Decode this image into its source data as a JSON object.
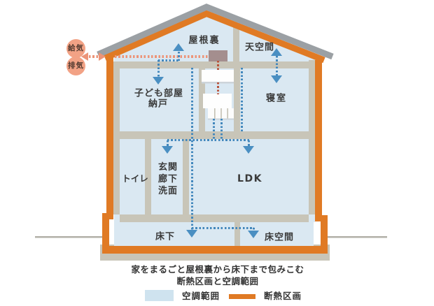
{
  "rooms": {
    "attic": "屋根裏",
    "attic_space": "天空間",
    "kids_room": "子ども部屋",
    "closet": "納戸",
    "bedroom": "寝室",
    "toilet": "トイレ",
    "entrance": "玄関",
    "hallway": "廊下",
    "washroom": "洗面",
    "ldk": "LDK",
    "underfloor": "床下",
    "floor_space": "床空間"
  },
  "ventilation": {
    "supply": "給気",
    "exhaust": "排気"
  },
  "caption": {
    "line1": "家をまるごと屋根裏から床下まで包みこむ",
    "line2": "断熱区画と空調範囲"
  },
  "legend": {
    "aircon": {
      "label": "空調範囲",
      "color": "#cfe3ef"
    },
    "insulation": {
      "label": "断熱区画",
      "color": "#e07a24"
    }
  },
  "colors": {
    "room_fill": "#dae8f2",
    "structure": "#c8c5b8",
    "insulation": "#e07a24",
    "roof": "#9ba0a4",
    "airflow": "#4a8fc2",
    "outside_air": "#ec9478",
    "duct": "#b9543c",
    "unit": "#a48e8e"
  }
}
